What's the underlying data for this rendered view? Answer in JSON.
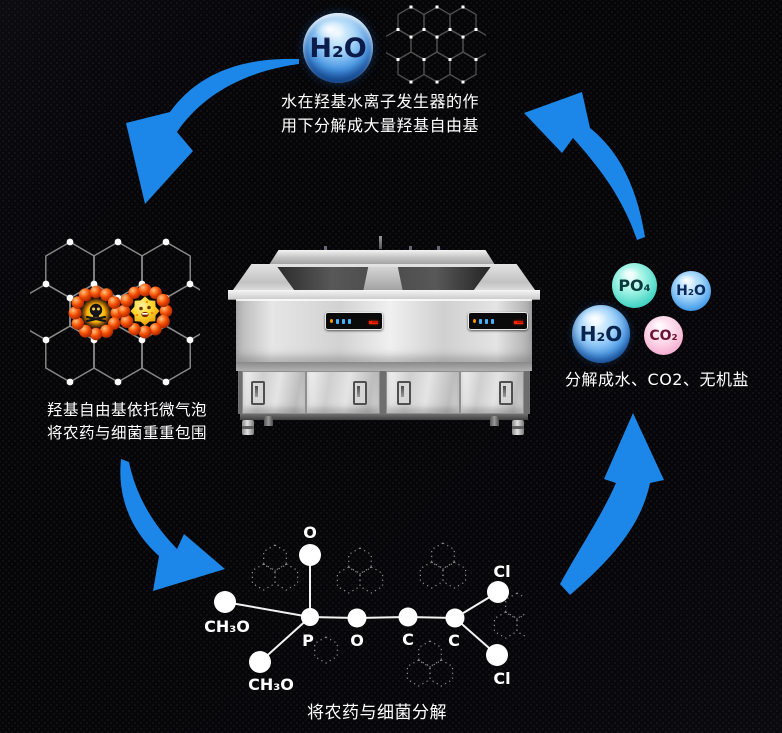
{
  "colors": {
    "background": "#050507",
    "arrow": "#1c87e8",
    "text": "#ffffff"
  },
  "stage_water": {
    "sphere_label": "H₂O",
    "caption_line1": "水在羟基水离子发生器的作",
    "caption_line2": "用下分解成大量羟基自由基"
  },
  "stage_surround": {
    "caption_line1": "羟基自由基依托微气泡",
    "caption_line2": "将农药与细菌重重包围"
  },
  "stage_decompose": {
    "caption": "将农药与细菌分解",
    "atoms": {
      "o_top": "O",
      "ch3o_upper": "CH₃O",
      "ch3o_lower": "CH₃O",
      "p": "P",
      "o_mid": "O",
      "c_left": "C",
      "c_right": "C",
      "cl_top": "Cl",
      "cl_bottom": "Cl"
    }
  },
  "stage_result": {
    "caption": "分解成水、CO2、无机盐",
    "bubble_po4": "PO₄",
    "bubble_h2o_small": "H₂O",
    "bubble_h2o_large": "H₂O",
    "bubble_co2": "CO₂"
  }
}
